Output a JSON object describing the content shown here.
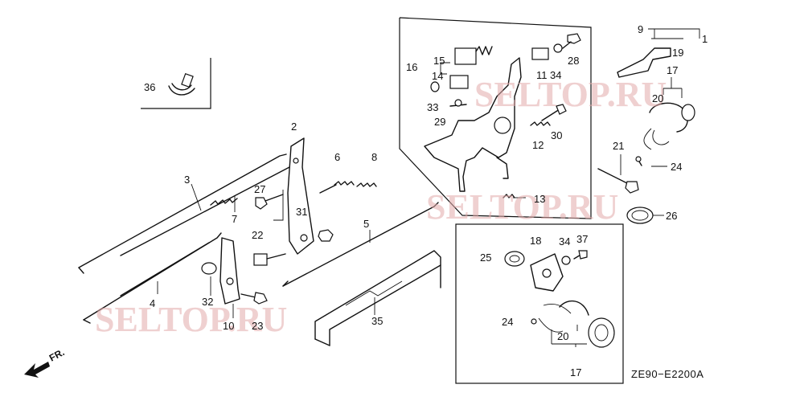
{
  "diagram": {
    "code": "ZE90−E2200A",
    "direction_label": "FR.",
    "watermarks": [
      "SELTOP.RU",
      "SELTOP.RU",
      "SELTOP.RU"
    ],
    "labels": {
      "p1": "1",
      "p2": "2",
      "p3": "3",
      "p4": "4",
      "p5": "5",
      "p6": "6",
      "p7": "7",
      "p8": "8",
      "p9": "9",
      "p10": "10",
      "p11": "11",
      "p12": "12",
      "p13": "13",
      "p14": "14",
      "p15": "15",
      "p16": "16",
      "p17a": "17",
      "p17b": "17",
      "p18": "18",
      "p19": "19",
      "p20a": "20",
      "p20b": "20",
      "p21": "21",
      "p22": "22",
      "p23": "23",
      "p24a": "24",
      "p24b": "24",
      "p25": "25",
      "p26": "26",
      "p27": "27",
      "p28": "28",
      "p29": "29",
      "p30": "30",
      "p31": "31",
      "p32": "32",
      "p33": "33",
      "p34a": "34",
      "p34b": "34",
      "p35": "35",
      "p36": "36",
      "p37": "37"
    }
  }
}
